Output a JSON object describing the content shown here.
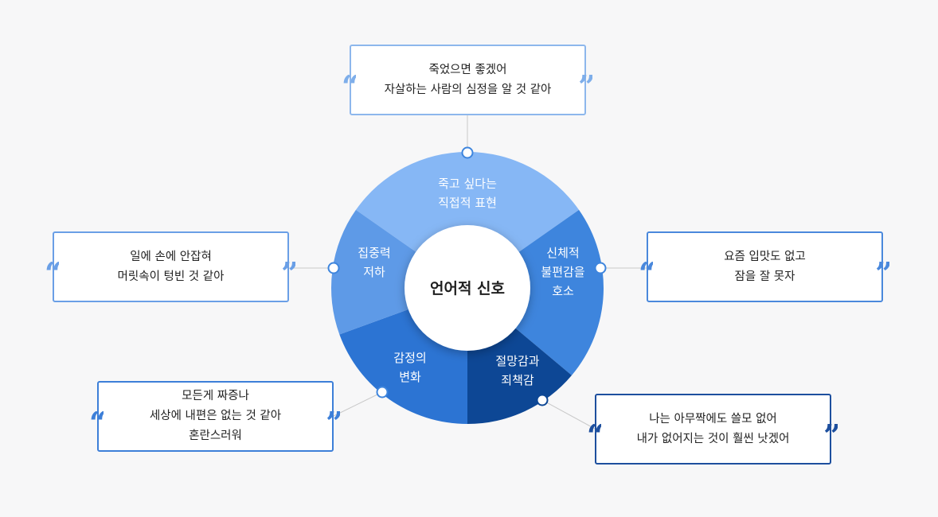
{
  "center": {
    "label": "언어적 신호"
  },
  "segments": [
    {
      "id": "s1",
      "lines": [
        "죽고 싶다는",
        "직접적 표현"
      ],
      "color": "#86b7f5"
    },
    {
      "id": "s2",
      "lines": [
        "신체적",
        "불편감을",
        "호소"
      ],
      "color": "#3e85dd"
    },
    {
      "id": "s3",
      "lines": [
        "절망감과",
        "죄책감"
      ],
      "color": "#0d4795"
    },
    {
      "id": "s4",
      "lines": [
        "감정의",
        "변화"
      ],
      "color": "#2c74d3"
    },
    {
      "id": "s5",
      "lines": [
        "집중력",
        "저하"
      ],
      "color": "#5e9ae7"
    }
  ],
  "quotes": [
    {
      "id": "q-top",
      "lines": [
        "죽었으면 좋겠어",
        "자살하는 사람의 심정을 알 것 같아"
      ],
      "mark_color": "#7eaeea"
    },
    {
      "id": "q-right",
      "lines": [
        "요즘 입맛도 없고",
        "잠을 잘 못자"
      ],
      "mark_color": "#4a88dc"
    },
    {
      "id": "q-bottom-right",
      "lines": [
        "나는 아무짝에도 쓸모 없어",
        "내가 없어지는 것이 훨씬 낫겠어"
      ],
      "mark_color": "#1d4f9e"
    },
    {
      "id": "q-bottom-left",
      "lines": [
        "모든게 짜증나",
        "세상에 내편은 없는 것 같아",
        "혼란스러워"
      ],
      "mark_color": "#3d7fd8"
    },
    {
      "id": "q-left",
      "lines": [
        "일에 손에 안잡혀",
        "머릿속이 텅빈 것 같아"
      ],
      "mark_color": "#6a9fe6"
    }
  ],
  "quote_marks": {
    "open": "“",
    "close": "”"
  }
}
